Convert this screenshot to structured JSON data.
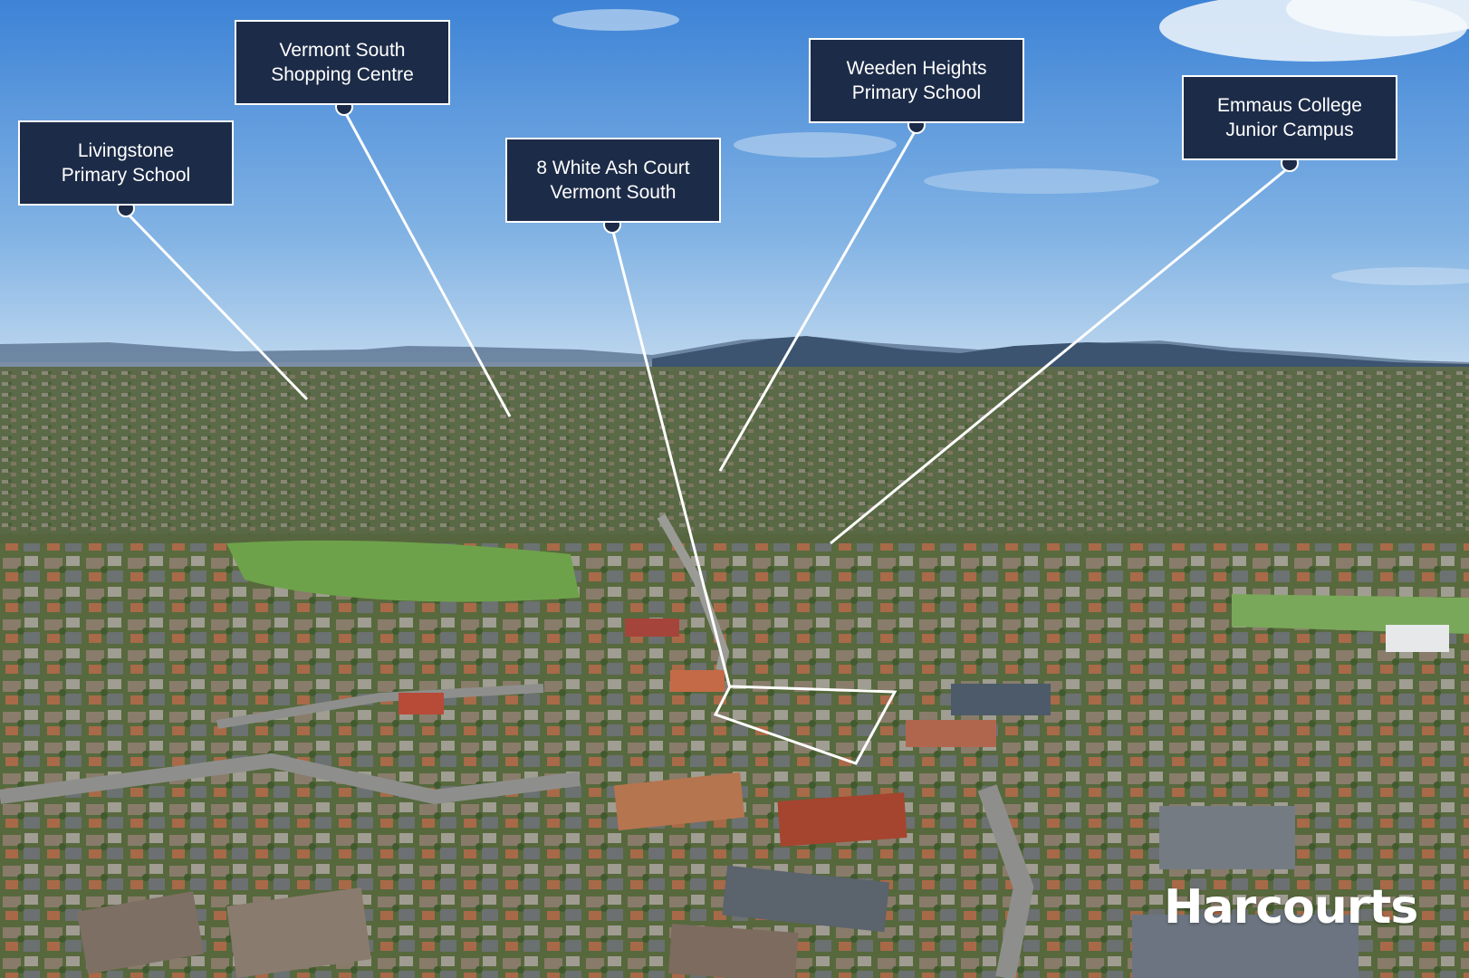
{
  "callouts": {
    "livingstone": {
      "line1": "Livingstone",
      "line2": "Primary School"
    },
    "vermont_shopping": {
      "line1": "Vermont South",
      "line2": "Shopping Centre"
    },
    "property": {
      "line1": "8 White Ash Court",
      "line2": "Vermont South"
    },
    "weeden": {
      "line1": "Weeden Heights",
      "line2": "Primary School"
    },
    "emmaus": {
      "line1": "Emmaus College",
      "line2": "Junior  Campus"
    }
  },
  "brand": {
    "name": "Harcourts"
  },
  "colors": {
    "callout_bg": "#1c2b47",
    "pointer": "#ffffff",
    "sky_top": "#3d83d6",
    "sky_horizon": "#bcd6ee",
    "mountains": "#3c5470",
    "grass": "#6ea24a"
  }
}
